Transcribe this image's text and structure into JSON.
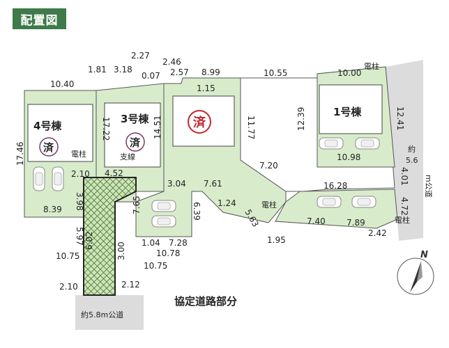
{
  "title": "配置図",
  "buildings": {
    "b1": "1号棟",
    "b3": "3号棟",
    "b4": "4号棟",
    "sold_mark": "済"
  },
  "labels": {
    "pole": "電柱",
    "branch_line": "支線",
    "private_road": "協定道路部分",
    "road_right_1": "約",
    "road_right_2": "5.6",
    "road_right_3": "m公道",
    "road_bottom": "約5.8m公道",
    "north": "N"
  },
  "dimensions": {
    "d1": "10.40",
    "d2": "1.81",
    "d3": "3.18",
    "d4": "2.27",
    "d5": "0.07",
    "d6": "2.46",
    "d7": "2.57",
    "d8": "8.99",
    "d9": "10.55",
    "d10": "10.00",
    "d11": "1.15",
    "d12": "17.46",
    "d13": "17.22",
    "d14": "14.51",
    "d15": "11.77",
    "d16": "12.39",
    "d17": "12.41",
    "d18": "2.10",
    "d19": "4.52",
    "d20": "10.98",
    "d21": "7.20",
    "d22": "3.04",
    "d23": "7.61",
    "d24": "16.28",
    "d25": "4.01",
    "d26": "3.98",
    "d27": "7.65",
    "d28": "8.39",
    "d29": "6.39",
    "d30": "1.24",
    "d31": "5.63",
    "d32": "4.72",
    "d33": "5.97",
    "d34": "6.02",
    "d35": "3.00",
    "d36": "1.04",
    "d37": "7.28",
    "d38": "7.40",
    "d39": "7.89",
    "d40": "2.42",
    "d41": "1.95",
    "d42": "10.75",
    "d43": "10.78",
    "d44": "10.75",
    "d45": "2.10",
    "d46": "2.12"
  }
}
